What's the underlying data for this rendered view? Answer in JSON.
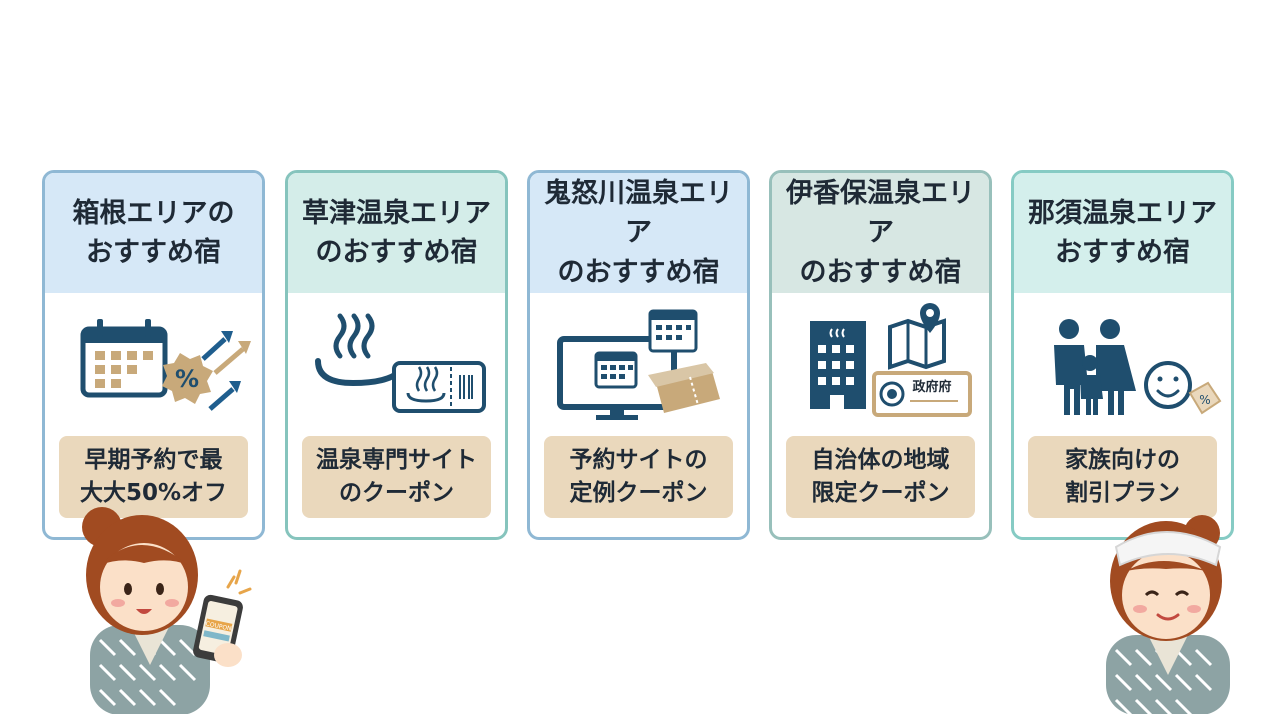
{
  "cards": [
    {
      "title": "箱根エリアの\nおすすめ宿",
      "badge": "早期予約で最\n大大50%オフ",
      "icon": "calendar-discount-icon",
      "head_color": "#d6e8f7",
      "border_color": "#8fb8d4"
    },
    {
      "title": "草津温泉エリア\nのおすすめ宿",
      "badge": "温泉専門サイト\nのクーポン",
      "icon": "onsen-ticket-icon",
      "head_color": "#d4ede9",
      "border_color": "#86c4bd"
    },
    {
      "title": "鬼怒川温泉エリア\nのおすすめ宿",
      "badge": "予約サイトの\n定例クーポン",
      "icon": "booking-site-icon",
      "head_color": "#d6e8f7",
      "border_color": "#8fb8d4"
    },
    {
      "title": "伊香保温泉エリア\nのおすすめ宿",
      "badge": "自治体の地域\n限定クーポン",
      "icon": "municipal-coupon-icon",
      "head_color": "#d7e7e3",
      "border_color": "#98c0bb"
    },
    {
      "title": "那須温泉エリア\nおすすめ宿",
      "badge": "家族向けの\n割引プラン",
      "icon": "family-discount-icon",
      "head_color": "#d4efec",
      "border_color": "#86cbc4"
    }
  ],
  "coupon_screen_text": "COUPON",
  "office_sign_text": "政府府",
  "colors": {
    "navy": "#1f4e6e",
    "beige": "#ead8bc",
    "tan": "#c8a97a"
  }
}
